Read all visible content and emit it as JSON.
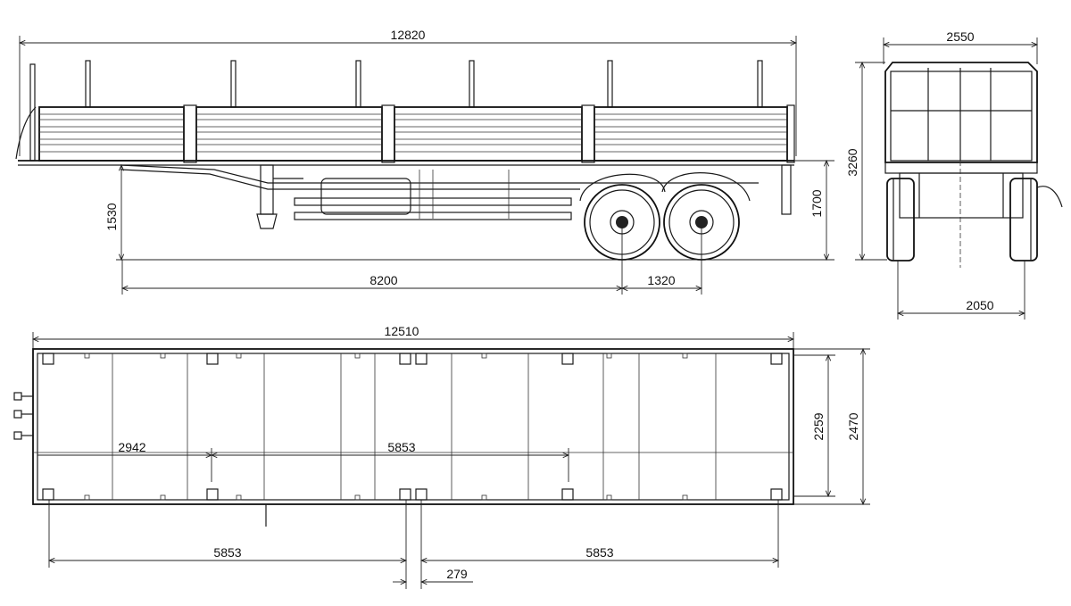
{
  "side_view": {
    "overall_length": "12820",
    "deck_height": "1530",
    "total_height": "1700",
    "kingpin_to_axle": "8200",
    "axle_spacing": "1320"
  },
  "rear_view": {
    "overall_width": "2550",
    "overall_height": "3260",
    "track_width": "2050"
  },
  "top_view": {
    "platform_length": "12510",
    "inner_width": "2259",
    "outer_width": "2470",
    "dim_2942": "2942",
    "dim_5853_mid": "5853",
    "dim_5853_left": "5853",
    "dim_5853_right": "5853",
    "dim_279": "279"
  }
}
